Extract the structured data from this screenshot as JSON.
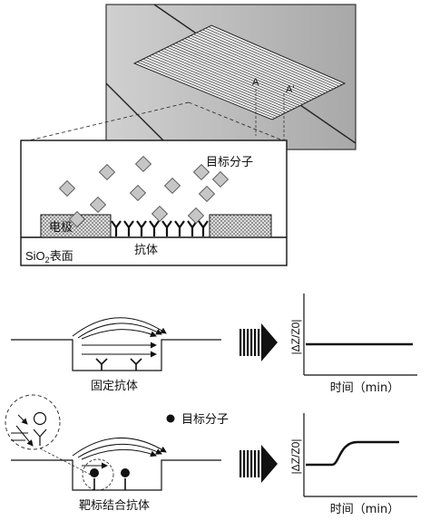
{
  "top_inset": {
    "point_a": "A",
    "point_a_prime": "A'"
  },
  "cross_section": {
    "target_molecule_label": "目标分子",
    "electrode_label": "电极",
    "antibody_label": "抗体",
    "substrate_label_prefix": "SiO",
    "substrate_label_sub": "2",
    "substrate_label_suffix": "表面"
  },
  "panel_fixed": {
    "caption": "固定抗体",
    "ylabel": "|ΔZ/Z0|",
    "xlabel": "时间（min）"
  },
  "panel_bound": {
    "legend_label": "目标分子",
    "caption": "靶标结合抗体",
    "ylabel": "|ΔZ/Z0|",
    "xlabel": "时间（min）"
  }
}
